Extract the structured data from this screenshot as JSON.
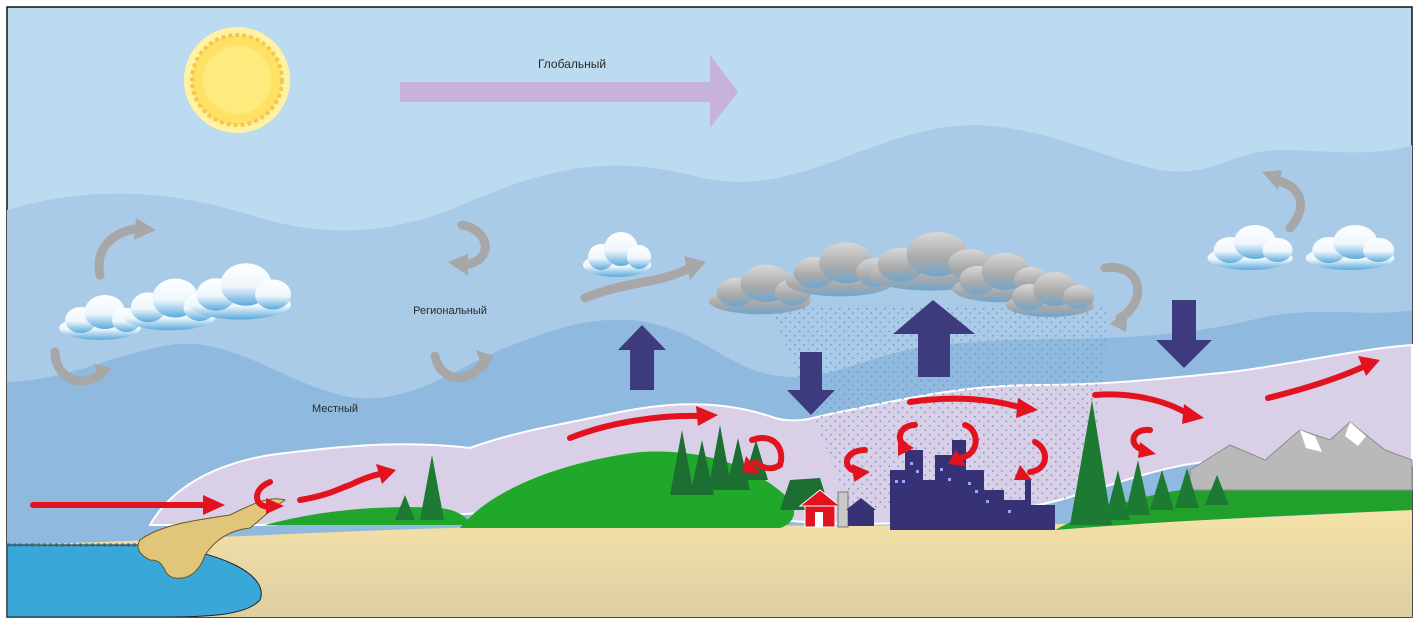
{
  "labels": {
    "global": "Глобальный",
    "regional": "Региональный",
    "local": "Местный"
  },
  "colors": {
    "sky": "#bcdaf0",
    "regional_band": "#a9cbe6",
    "local_band": "#8fb9de",
    "boundary_layer": "#d8cfe6",
    "global_arrow": "#c7b3d9",
    "wind_arrow": "#e2121f",
    "vertical_arrow": "#3d3a7e",
    "circulation_arrow": "#a7a7a7",
    "sun": "#ffe166",
    "water": "#39a7d8",
    "sand": "#f2dca2",
    "forest": "#1d7a33",
    "grass": "#20a82b",
    "city": "#373275",
    "mountain": "#b9b9b9"
  }
}
